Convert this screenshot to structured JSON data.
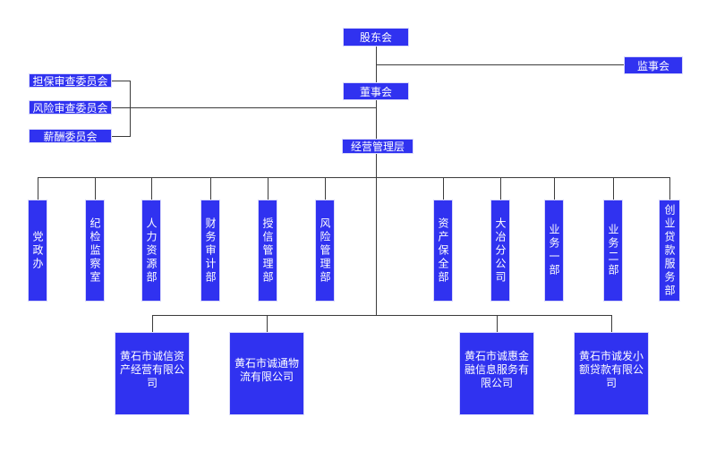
{
  "colors": {
    "background": "#ffffff",
    "node_fill": "#3032f0",
    "node_border": "#d9d9fb",
    "connector_line": "#3b3b3b",
    "node_text": "#ffffff"
  },
  "top_nodes": {
    "shareholders": "股东会",
    "supervisory_board": "监事会",
    "board_of_directors": "董事会",
    "management_layer": "经营管理层"
  },
  "committees": [
    "担保审查委员会",
    "风险审查委员会",
    "薪酬委员会"
  ],
  "departments": [
    "党政办",
    "纪检监察室",
    "人力资源部",
    "财务审计部",
    "授信管理部",
    "风险管理部",
    "资产保全部",
    "大冶分公司",
    "业务一部",
    "业务二部",
    "创业贷款服务部"
  ],
  "subsidiaries": [
    "黄石市诚信资产经营有限公司",
    "黄石市诚通物流有限公司",
    "黄石市诚惠金融信息服务有限公司",
    "黄石市诚发小额贷款有限公司"
  ]
}
